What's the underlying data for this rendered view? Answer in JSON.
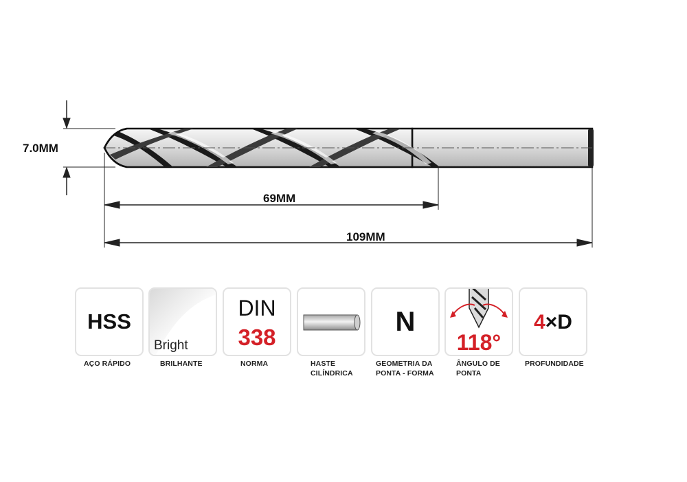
{
  "dimensions": {
    "diameter": "7.0MM",
    "flute_length": "69MM",
    "total_length": "109MM"
  },
  "features": [
    {
      "value": "HSS",
      "caption": "AÇO RÁPIDO"
    },
    {
      "value": "Bright",
      "caption": "BRILHANTE"
    },
    {
      "value_line1": "DIN",
      "value_line2": "338",
      "caption": "NORMA"
    },
    {
      "icon": "cylindrical-shank-icon",
      "caption": "HASTE\nCILÍNDRICA"
    },
    {
      "value": "N",
      "caption": "GEOMETRIA DA\nPONTA - FORMA"
    },
    {
      "icon": "drill-tip-angle-icon",
      "value": "118°",
      "caption": "ÂNGULO DE\nPONTA"
    },
    {
      "value_num": "4",
      "value_sym": "×D",
      "caption": "PROFUNDIDADE"
    }
  ],
  "colors": {
    "accent_red": "#d42027",
    "text_dark": "#111111",
    "tile_border": "#e2e2e2"
  }
}
